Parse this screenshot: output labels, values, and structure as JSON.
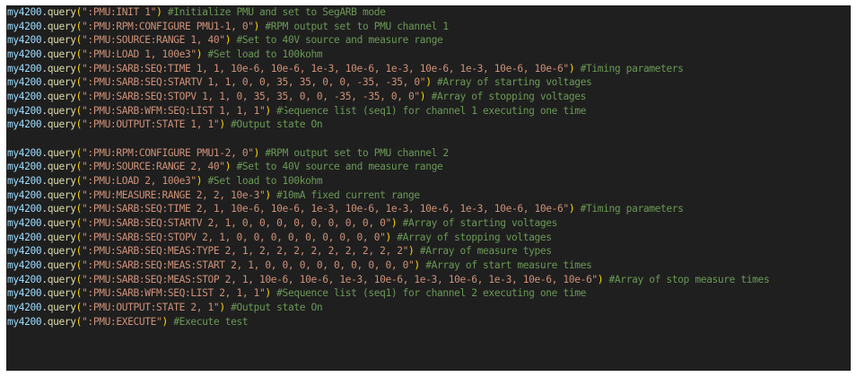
{
  "editor": {
    "colors": {
      "background": "#1f1f1f",
      "object": "#9cdcfe",
      "method": "#dcdcaa",
      "paren": "#ffd700",
      "string": "#ce9178",
      "comment": "#6a9955"
    },
    "object_name": "my4200",
    "method_name": "query",
    "lines": [
      {
        "arg": "\":PMU:INIT 1\"",
        "comment": "#Initialize PMU and set to SegARB mode"
      },
      {
        "arg": "\":PMU:RPM:CONFIGURE PMU1-1, 0\"",
        "comment": "#RPM output set to PMU channel 1"
      },
      {
        "arg": "\":PMU:SOURCE:RANGE 1, 40\"",
        "comment": "#Set to 40V source and measure range"
      },
      {
        "arg": "\":PMU:LOAD 1, 100e3\"",
        "comment": "#Set load to 100kohm"
      },
      {
        "arg": "\":PMU:SARB:SEQ:TIME 1, 1, 10e-6, 10e-6, 1e-3, 10e-6, 1e-3, 10e-6, 1e-3, 10e-6, 10e-6\"",
        "comment": "#Timing parameters"
      },
      {
        "arg": "\":PMU:SARB:SEQ:STARTV 1, 1, 0, 0, 35, 35, 0, 0, -35, -35, 0\"",
        "comment": "#Array of starting voltages"
      },
      {
        "arg": "\":PMU:SARB:SEQ:STOPV 1, 1, 0, 35, 35, 0, 0, -35, -35, 0, 0\"",
        "comment": "#Array of stopping voltages"
      },
      {
        "arg": "\":PMU:SARB:WFM:SEQ:LIST 1, 1, 1\"",
        "comment": "#Sequence list (seq1) for channel 1 executing one time"
      },
      {
        "arg": "\":PMU:OUTPUT:STATE 1, 1\"",
        "comment": "#Output state On"
      },
      null,
      {
        "arg": "\":PMU:RPM:CONFIGURE PMU1-2, 0\"",
        "comment": "#RPM output set to PMU channel 2"
      },
      {
        "arg": "\":PMU:SOURCE:RANGE 2, 40\"",
        "comment": "#Set to 40V source and measure range"
      },
      {
        "arg": "\":PMU:LOAD 2, 100e3\"",
        "comment": "#Set load to 100kohm"
      },
      {
        "arg": "\":PMU:MEASURE:RANGE 2, 2, 10e-3\"",
        "comment": "#10mA fixed current range"
      },
      {
        "arg": "\":PMU:SARB:SEQ:TIME 2, 1, 10e-6, 10e-6, 1e-3, 10e-6, 1e-3, 10e-6, 1e-3, 10e-6, 10e-6\"",
        "comment": "#Timing parameters"
      },
      {
        "arg": "\":PMU:SARB:SEQ:STARTV 2, 1, 0, 0, 0, 0, 0, 0, 0, 0, 0\"",
        "comment": "#Array of starting voltages"
      },
      {
        "arg": "\":PMU:SARB:SEQ:STOPV 2, 1, 0, 0, 0, 0, 0, 0, 0, 0, 0\"",
        "comment": "#Array of stopping voltages"
      },
      {
        "arg": "\":PMU:SARB:SEQ:MEAS:TYPE 2, 1, 2, 2, 2, 2, 2, 2, 2, 2, 2\"",
        "comment": "#Array of measure types"
      },
      {
        "arg": "\":PMU:SARB:SEQ:MEAS:START 2, 1, 0, 0, 0, 0, 0, 0, 0, 0, 0\"",
        "comment": "#Array of start measure times"
      },
      {
        "arg": "\":PMU:SARB:SEQ:MEAS:STOP 2, 1, 10e-6, 10e-6, 1e-3, 10e-6, 1e-3, 10e-6, 1e-3, 10e-6, 10e-6\"",
        "comment": "#Array of stop measure times"
      },
      {
        "arg": "\":PMU:SARB:WFM:SEQ:LIST 2, 1, 1\"",
        "comment": "#Sequence list (seq1) for channel 2 executing one time"
      },
      {
        "arg": "\":PMU:OUTPUT:STATE 2, 1\"",
        "comment": "#Output state On"
      },
      {
        "arg": "\":PMU:EXECUTE\"",
        "comment": "#Execute test"
      }
    ],
    "mouse_cursor": "text-ibeam-cursor"
  }
}
